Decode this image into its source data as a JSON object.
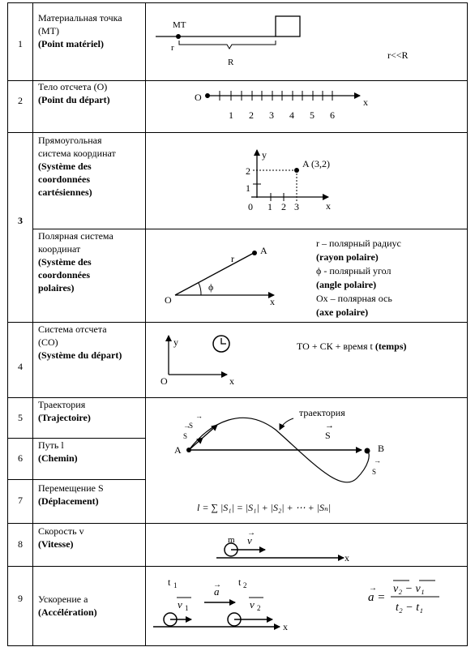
{
  "rows": [
    {
      "num": "1",
      "title": "Материальная точка (МТ)",
      "subtitle": "(Point matériel)"
    },
    {
      "num": "2",
      "title": "Тело отсчета (О)",
      "subtitle": "(Point du départ)"
    },
    {
      "num": "3",
      "title": "Прямоугольная система координат",
      "subtitle": "(Système des coordonnées cartésiennes)"
    },
    {
      "num": "",
      "title": "Полярная система координат",
      "subtitle": "(Système des coordonnées polaires)"
    },
    {
      "num": "4",
      "title": "Система отсчета (СО)",
      "subtitle": "(Système du départ)"
    },
    {
      "num": "5",
      "title": "Траектория",
      "subtitle": "(Trajectoire)"
    },
    {
      "num": "6",
      "title": "Путь l",
      "subtitle": "(Chemin)"
    },
    {
      "num": "7",
      "title": "Перемещение S",
      "subtitle": "(Déplacement)"
    },
    {
      "num": "8",
      "title": "Скорость v",
      "subtitle": "(Vitesse)"
    },
    {
      "num": "9",
      "title": "Ускорение a",
      "subtitle": "(Accélération)"
    }
  ],
  "fig1": {
    "mt": "МТ",
    "r": "r",
    "R": "R",
    "relation": "r<<R"
  },
  "fig2": {
    "origin": "O",
    "axis": "x",
    "ticks": [
      "1",
      "2",
      "3",
      "4",
      "5",
      "6"
    ]
  },
  "fig3": {
    "y": "y",
    "x": "x",
    "origin": "0",
    "xticks": [
      "1",
      "2",
      "3"
    ],
    "yticks": [
      "1",
      "2"
    ],
    "point": "A (3,2)"
  },
  "fig3p": {
    "A": "A",
    "r": "r",
    "phi": "ϕ",
    "O": "O",
    "x": "x",
    "l1": "r – полярный радиус",
    "l1b": "(rayon polaire)",
    "l2": "ϕ - полярный угол",
    "l2b": "(angle polaire)",
    "l3": "Ox – полярная ось",
    "l3b": "(axe polaire)"
  },
  "fig4": {
    "y": "y",
    "x": "x",
    "O": "O",
    "formula": "ТО + СК + время t",
    "formula_b": "(temps)"
  },
  "fig5": {
    "traj": "траектория",
    "S": "S",
    "A": "A",
    "B": "B",
    "s1": "S",
    "s2": "S",
    "sn": "S"
  },
  "fig8": {
    "m": "m",
    "v": "v",
    "x": "x"
  },
  "fig9": {
    "t1": "t",
    "t2": "t",
    "a": "a",
    "v1": "v",
    "v2": "v",
    "x": "x"
  }
}
